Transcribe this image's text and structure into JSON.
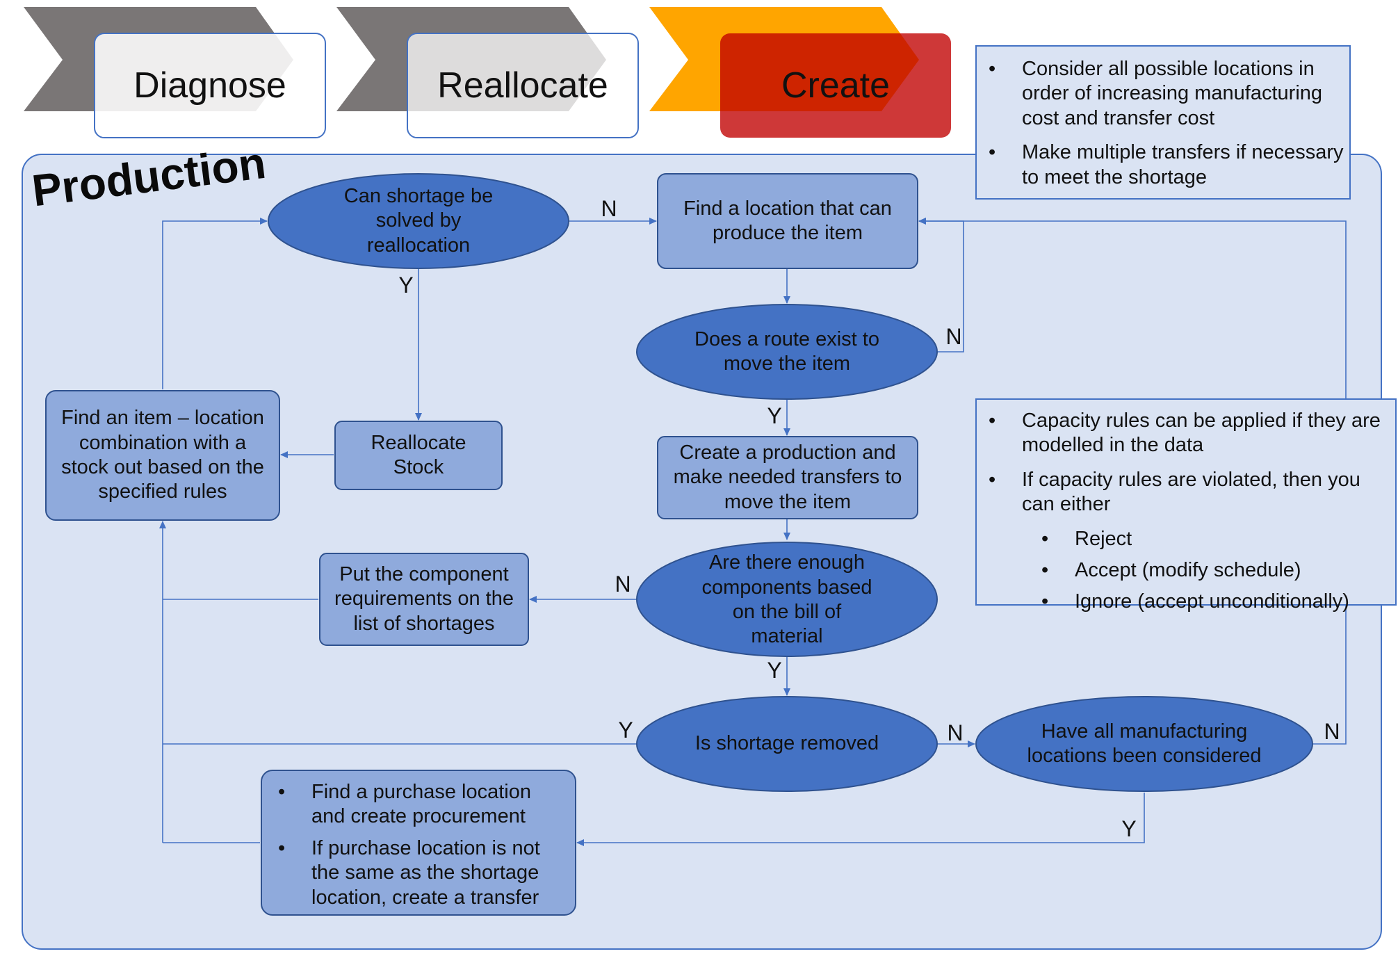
{
  "stages": [
    {
      "label": "Diagnose"
    },
    {
      "label": "Reallocate"
    },
    {
      "label": "Create"
    }
  ],
  "section_title": "Production",
  "nodes": {
    "can_shortage": "Can shortage be solved by reallocation",
    "find_location": "Find a location that can produce the item",
    "route_exist": "Does a route exist to move the item",
    "find_item": "Find an item – location combination with a stock out based on the specified rules",
    "reallocate_stock": "Reallocate Stock",
    "create_production": "Create a production and make needed transfers to move the item",
    "put_component": "Put the component requirements on the list of shortages",
    "enough_components": "Are there enough components based on the bill of material",
    "shortage_removed": "Is shortage removed",
    "all_locations": "Have all manufacturing locations been considered",
    "purchase": {
      "bullets": [
        "Find a purchase location and create procurement",
        "If purchase location is not the same as the shortage location, create a transfer"
      ]
    }
  },
  "notes": {
    "top": {
      "bullets": [
        "Consider all possible locations in order of increasing manufacturing cost and transfer cost",
        "Make multiple transfers if necessary to meet the shortage"
      ]
    },
    "capacity": {
      "bullets": [
        "Capacity rules can be applied if they are modelled in the data",
        "If capacity rules are violated, then you can either"
      ],
      "sub_bullets": [
        "Reject",
        "Accept (modify schedule)",
        "Ignore (accept unconditionally)"
      ]
    }
  },
  "edge_labels": {
    "n": "N",
    "y": "Y"
  },
  "colors": {
    "panel_fill": "#dae3f3",
    "panel_border": "#4472c4",
    "ellipse_fill": "#4472c4",
    "rect_fill": "#8faadc",
    "line": "#4472c4",
    "stage_gray_dark": "#767171",
    "stage_gray_mid": "#9e9e9e",
    "stage_orange": "#ffa500",
    "stage_red": "#c00000"
  }
}
